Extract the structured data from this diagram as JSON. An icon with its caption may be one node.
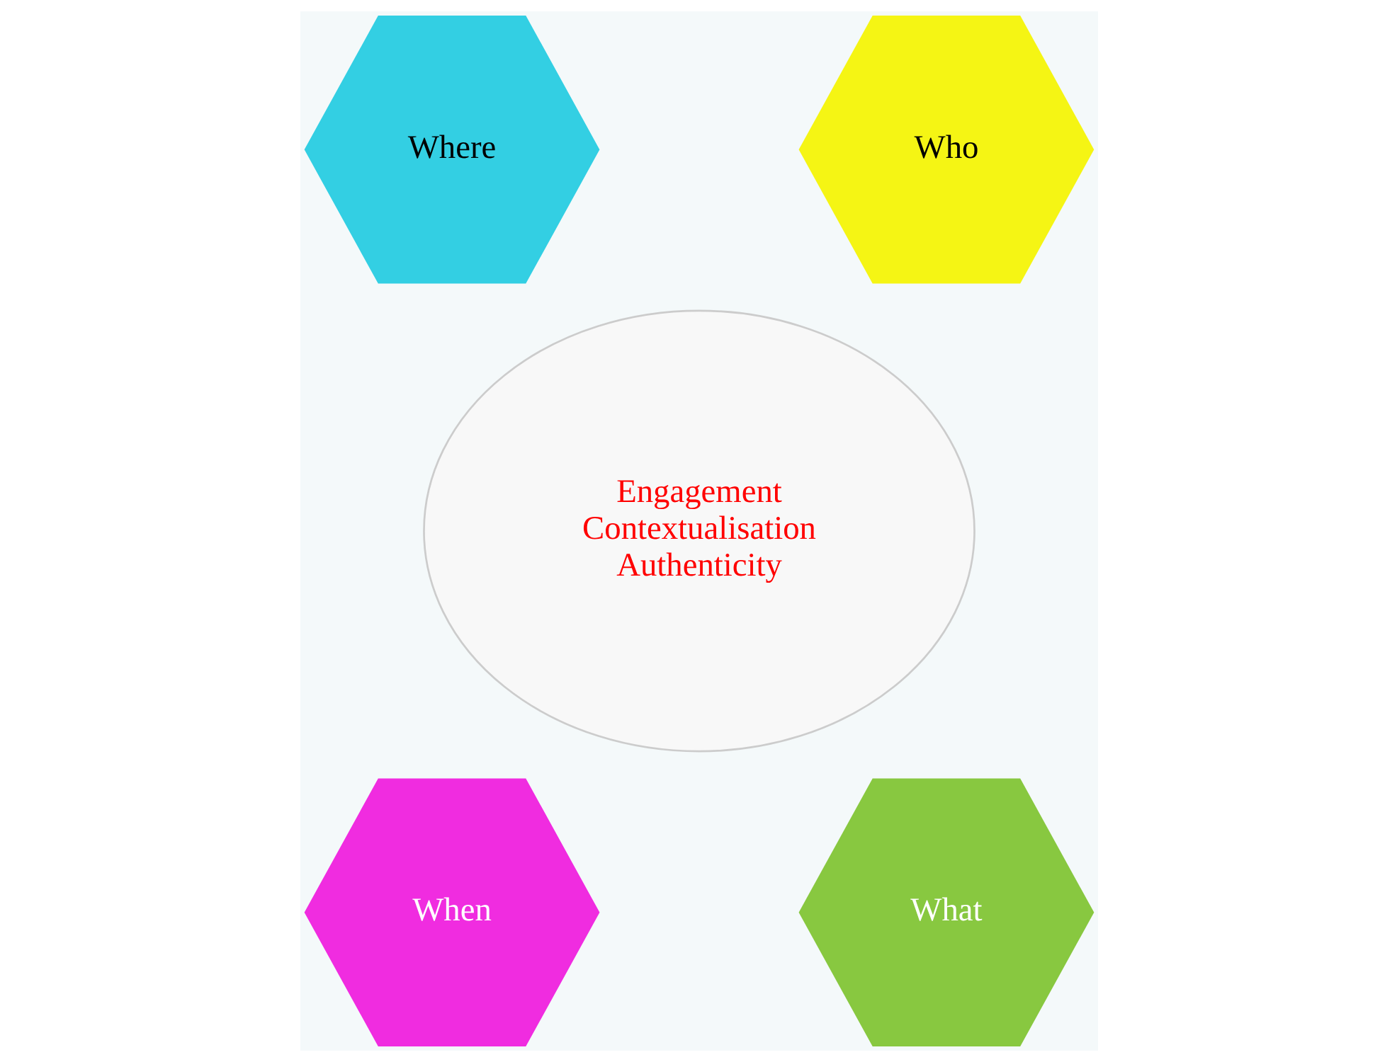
{
  "diagram": {
    "nodes": [
      {
        "text": [
          "Where"
        ]
      },
      {
        "text": [
          "Who"
        ]
      },
      {
        "text": [
          "Engagement",
          "Contextualisation",
          "Authenticity"
        ]
      },
      {
        "text": [
          "When"
        ]
      },
      {
        "text": [
          "What"
        ]
      }
    ]
  }
}
